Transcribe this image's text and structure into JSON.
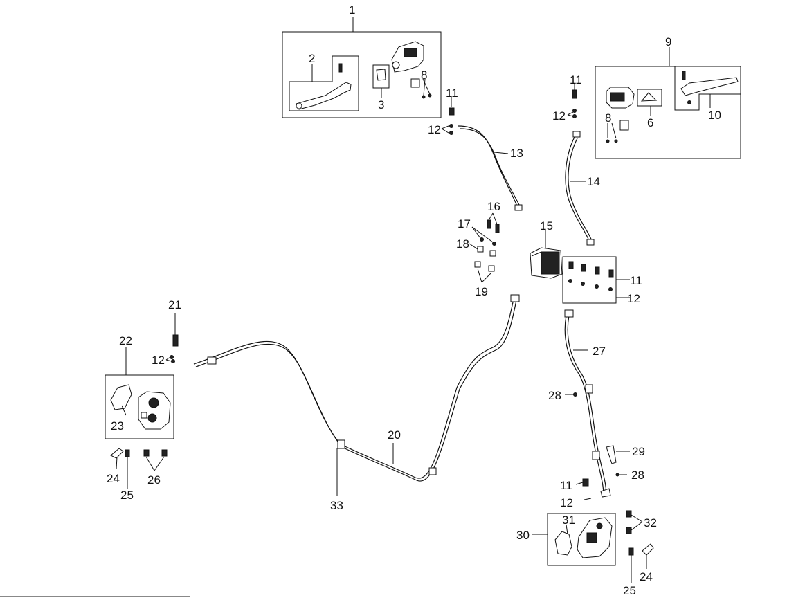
{
  "callouts": {
    "c1": "1",
    "c2": "2",
    "c3": "3",
    "c8a": "8",
    "c9": "9",
    "c10": "10",
    "c6": "6",
    "c8b": "8",
    "c11a": "11",
    "c12a": "12",
    "c13": "13",
    "c11b": "11",
    "c12b": "12",
    "c14": "14",
    "c15": "15",
    "c16": "16",
    "c17": "17",
    "c18": "18",
    "c19": "19",
    "c11c": "11",
    "c12c": "12",
    "c21": "21",
    "c22": "22",
    "c12d": "12",
    "c23": "23",
    "c24a": "24",
    "c25a": "25",
    "c26": "26",
    "c20": "20",
    "c33": "33",
    "c27": "27",
    "c28a": "28",
    "c29": "29",
    "c28b": "28",
    "c11d": "11",
    "c12e": "12",
    "c30": "30",
    "c31": "31",
    "c32": "32",
    "c24b": "24",
    "c25b": "25"
  }
}
